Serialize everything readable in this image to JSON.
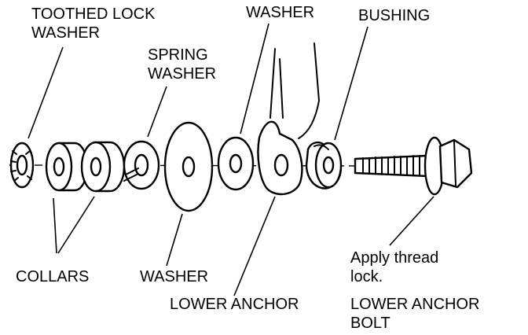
{
  "labels": {
    "toothed_lock_washer": [
      "TOOTHED LOCK",
      "WASHER"
    ],
    "spring_washer": [
      "SPRING",
      "WASHER"
    ],
    "washer_top": "WASHER",
    "bushing": "BUSHING",
    "collars": "COLLARS",
    "washer_bottom": "WASHER",
    "lower_anchor": "LOWER ANCHOR",
    "apply_thread_lock": [
      "Apply thread",
      "lock."
    ],
    "lower_anchor_bolt": [
      "LOWER ANCHOR",
      "BOLT"
    ]
  },
  "colors": {
    "ink": "#000000",
    "paper": "#ffffff"
  }
}
